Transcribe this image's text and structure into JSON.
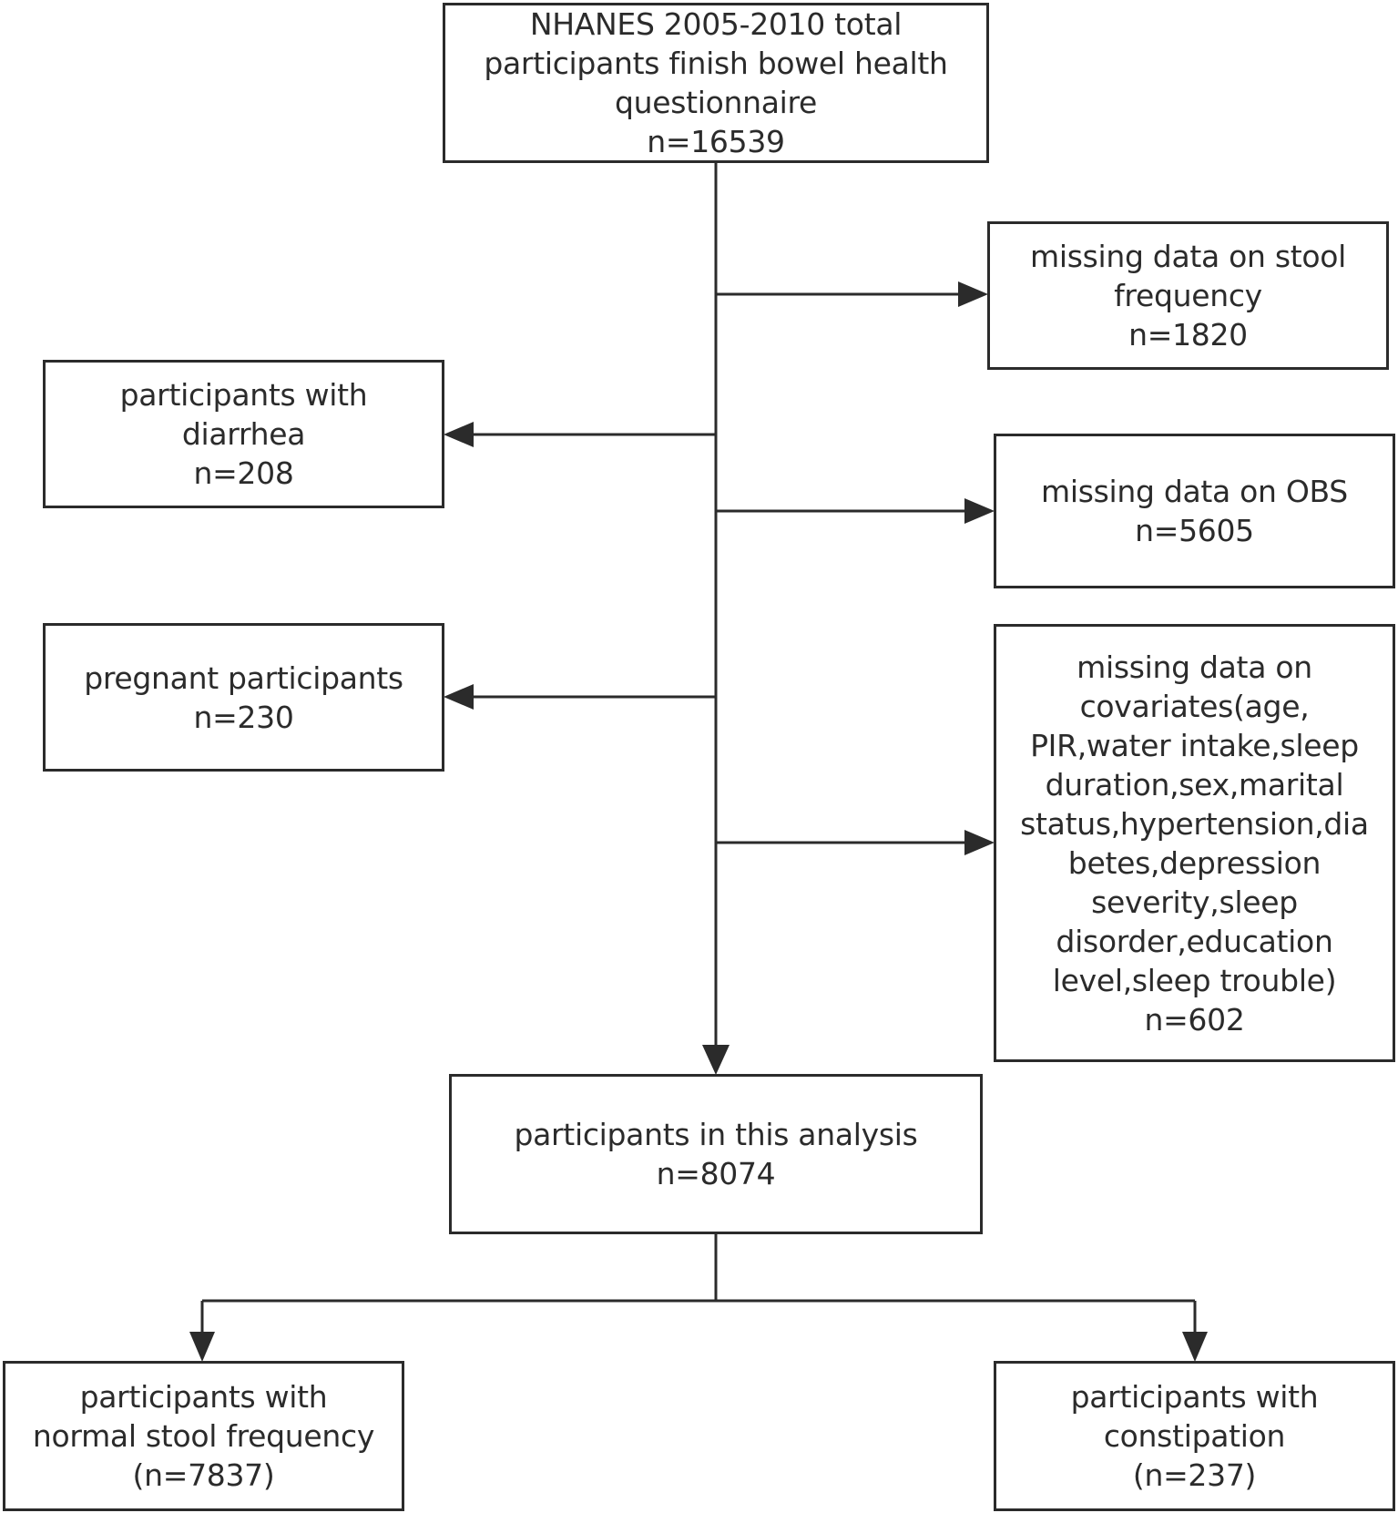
{
  "boxes": {
    "total": {
      "lines": [
        "NHANES 2005-2010  total",
        "participants finish bowel health",
        "questionnaire",
        "n=16539"
      ]
    },
    "stool_missing": {
      "lines": [
        "missing data on stool",
        "frequency",
        "n=1820"
      ]
    },
    "diarrhea": {
      "lines": [
        "participants with",
        "diarrhea",
        "n=208"
      ]
    },
    "obs_missing": {
      "lines": [
        "missing data on OBS",
        "n=5605"
      ]
    },
    "pregnant": {
      "lines": [
        "pregnant participants",
        "n=230"
      ]
    },
    "covariates_missing": {
      "lines": [
        "missing data on",
        "covariates(age,",
        "PIR,water intake,sleep",
        "duration,sex,marital",
        "status,hypertension,dia",
        "betes,depression",
        "severity,sleep",
        "disorder,education",
        "level,sleep trouble)",
        "n=602"
      ]
    },
    "analysis": {
      "lines": [
        "participants in this analysis",
        "n=8074"
      ]
    },
    "normal": {
      "lines": [
        "participants with",
        "normal stool frequency",
        "(n=7837)"
      ]
    },
    "constipation": {
      "lines": [
        "participants with",
        "constipation",
        "(n=237)"
      ]
    }
  },
  "colors": {
    "stroke": "#2b2b2b",
    "background": "#ffffff"
  }
}
